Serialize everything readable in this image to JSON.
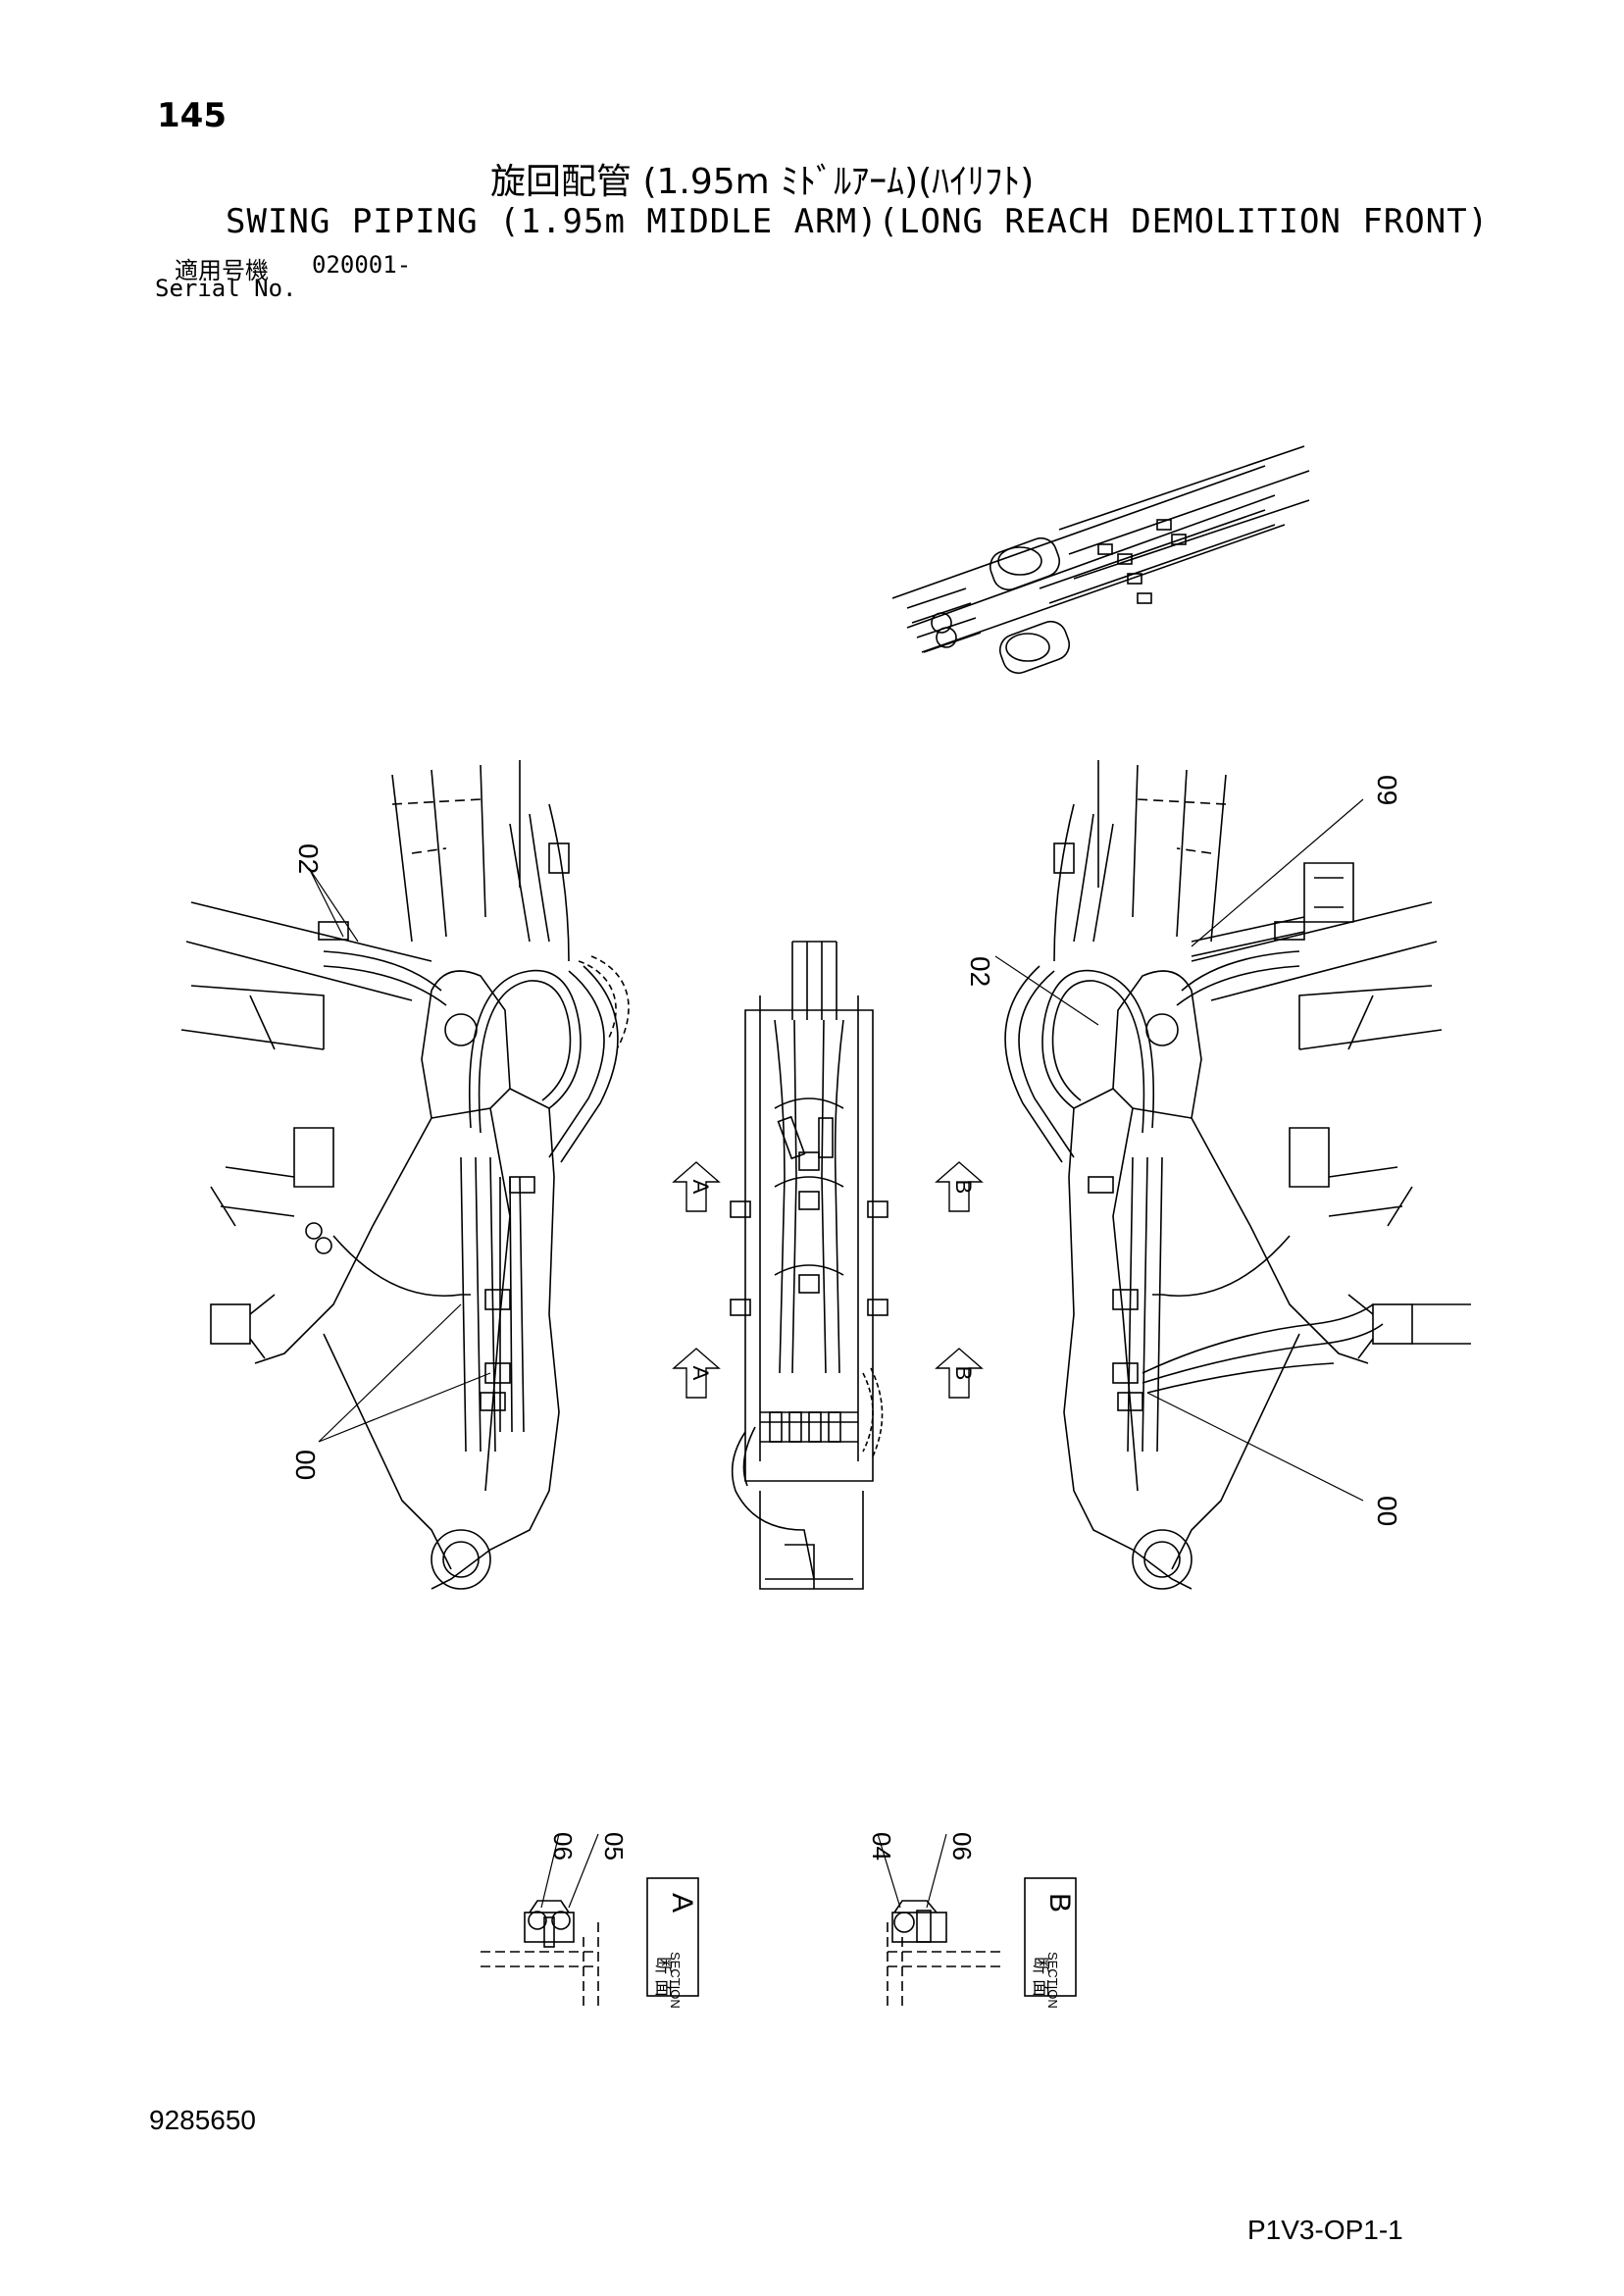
{
  "header": {
    "page_number": "145",
    "title_jp": "旋回配管 (1.95m ﾐﾄﾞﾙｱｰﾑ)(ﾊｲﾘﾌﾄ)",
    "title_en": "SWING PIPING (1.95m MIDDLE ARM)(LONG REACH DEMOLITION FRONT)",
    "applicability_label": "適用号機",
    "applicability_serial": "020001-",
    "serial_label": "Serial No."
  },
  "callouts": {
    "left_02": "02",
    "left_00": "00",
    "right_09": "09",
    "right_02": "02",
    "right_00": "00",
    "sec_a_06": "06",
    "sec_a_05": "05",
    "sec_b_04": "04",
    "sec_b_06": "06"
  },
  "section_markers": {
    "a": "A",
    "b": "B"
  },
  "section_boxes": {
    "a_kanji": "断 面",
    "a_section": "SECTION",
    "a_letter": "A",
    "b_kanji": "断 面",
    "b_section": "SECTION",
    "b_letter": "B"
  },
  "footer": {
    "doc_number": "9285650",
    "page_code": "P1V3-OP1-1"
  }
}
